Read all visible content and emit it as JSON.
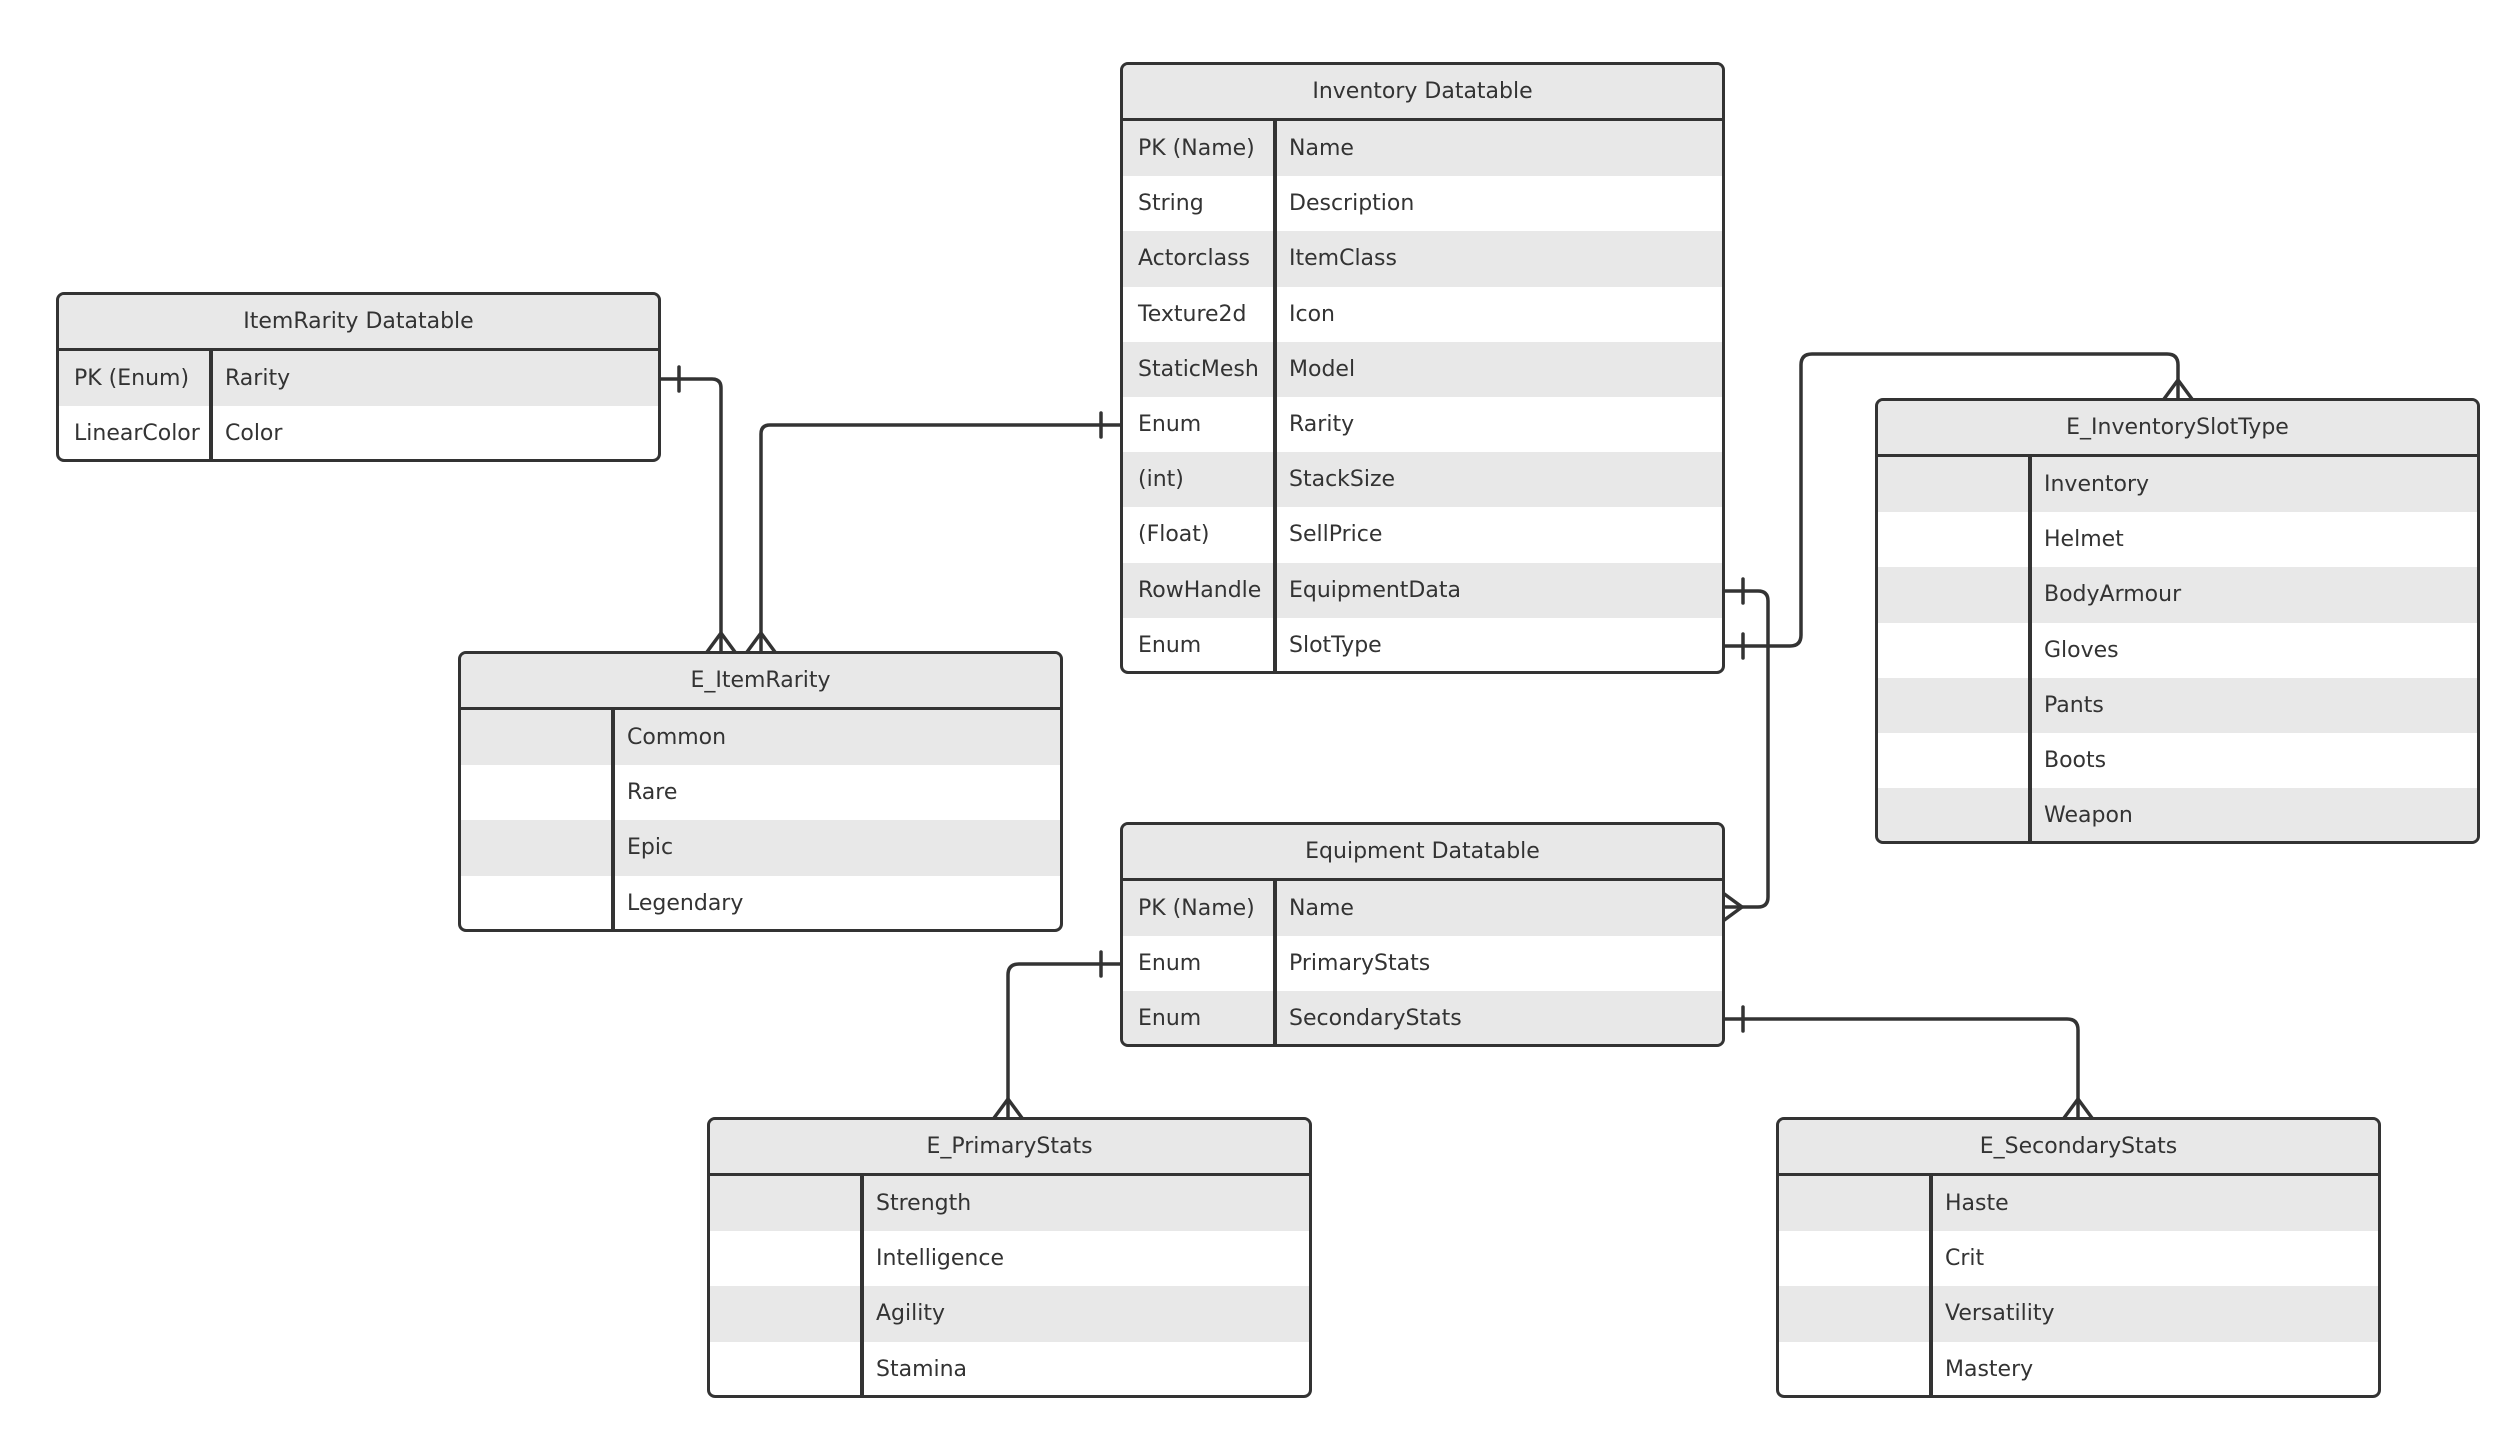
{
  "entities": [
    {
      "id": "inventory-datatable",
      "title": "Inventory Datatable",
      "rows": [
        {
          "key": "PK (Name)",
          "name": "Name"
        },
        {
          "key": "String",
          "name": "Description"
        },
        {
          "key": "Actorclass",
          "name": "ItemClass"
        },
        {
          "key": "Texture2d",
          "name": "Icon"
        },
        {
          "key": "StaticMesh",
          "name": "Model"
        },
        {
          "key": "Enum",
          "name": "Rarity"
        },
        {
          "key": "(int)",
          "name": "StackSize"
        },
        {
          "key": "(Float)",
          "name": "SellPrice"
        },
        {
          "key": "RowHandle",
          "name": "EquipmentData"
        },
        {
          "key": "Enum",
          "name": "SlotType"
        }
      ]
    },
    {
      "id": "itemrarity-datatable",
      "title": "ItemRarity Datatable",
      "rows": [
        {
          "key": "PK (Enum)",
          "name": "Rarity"
        },
        {
          "key": "LinearColor",
          "name": "Color"
        }
      ]
    },
    {
      "id": "e-itemrarity",
      "title": "E_ItemRarity",
      "rows": [
        {
          "key": "",
          "name": "Common"
        },
        {
          "key": "",
          "name": "Rare"
        },
        {
          "key": "",
          "name": "Epic"
        },
        {
          "key": "",
          "name": "Legendary"
        }
      ]
    },
    {
      "id": "e-inventoryslottype",
      "title": "E_InventorySlotType",
      "rows": [
        {
          "key": "",
          "name": "Inventory"
        },
        {
          "key": "",
          "name": "Helmet"
        },
        {
          "key": "",
          "name": "BodyArmour"
        },
        {
          "key": "",
          "name": "Gloves"
        },
        {
          "key": "",
          "name": "Pants"
        },
        {
          "key": "",
          "name": "Boots"
        },
        {
          "key": "",
          "name": "Weapon"
        }
      ]
    },
    {
      "id": "equipment-datatable",
      "title": "Equipment Datatable",
      "rows": [
        {
          "key": "PK (Name)",
          "name": "Name"
        },
        {
          "key": "Enum",
          "name": "PrimaryStats"
        },
        {
          "key": "Enum",
          "name": "SecondaryStats"
        }
      ]
    },
    {
      "id": "e-primarystats",
      "title": "E_PrimaryStats",
      "rows": [
        {
          "key": "",
          "name": "Strength"
        },
        {
          "key": "",
          "name": "Intelligence"
        },
        {
          "key": "",
          "name": "Agility"
        },
        {
          "key": "",
          "name": "Stamina"
        }
      ]
    },
    {
      "id": "e-secondarystats",
      "title": "E_SecondaryStats",
      "rows": [
        {
          "key": "",
          "name": "Haste"
        },
        {
          "key": "",
          "name": "Crit"
        },
        {
          "key": "",
          "name": "Versatility"
        },
        {
          "key": "",
          "name": "Mastery"
        }
      ]
    }
  ],
  "relationships": [
    {
      "from": "ItemRarity Datatable.Rarity",
      "from_end": "one",
      "to": "E_ItemRarity",
      "to_end": "many"
    },
    {
      "from": "Inventory Datatable.Rarity",
      "from_end": "one",
      "to": "E_ItemRarity",
      "to_end": "many"
    },
    {
      "from": "Inventory Datatable.SlotType",
      "from_end": "one",
      "to": "E_InventorySlotType",
      "to_end": "many"
    },
    {
      "from": "Inventory Datatable.EquipmentData",
      "from_end": "one",
      "to": "Equipment Datatable",
      "to_end": "many"
    },
    {
      "from": "Equipment Datatable.PrimaryStats",
      "from_end": "one",
      "to": "E_PrimaryStats",
      "to_end": "many"
    },
    {
      "from": "Equipment Datatable.SecondaryStats",
      "from_end": "one",
      "to": "E_SecondaryStats",
      "to_end": "many"
    }
  ],
  "colors": {
    "line": "#333333",
    "header_fill": "#e8e8e8",
    "stripe_fill": "#e8e8e8",
    "background": "#ffffff"
  }
}
